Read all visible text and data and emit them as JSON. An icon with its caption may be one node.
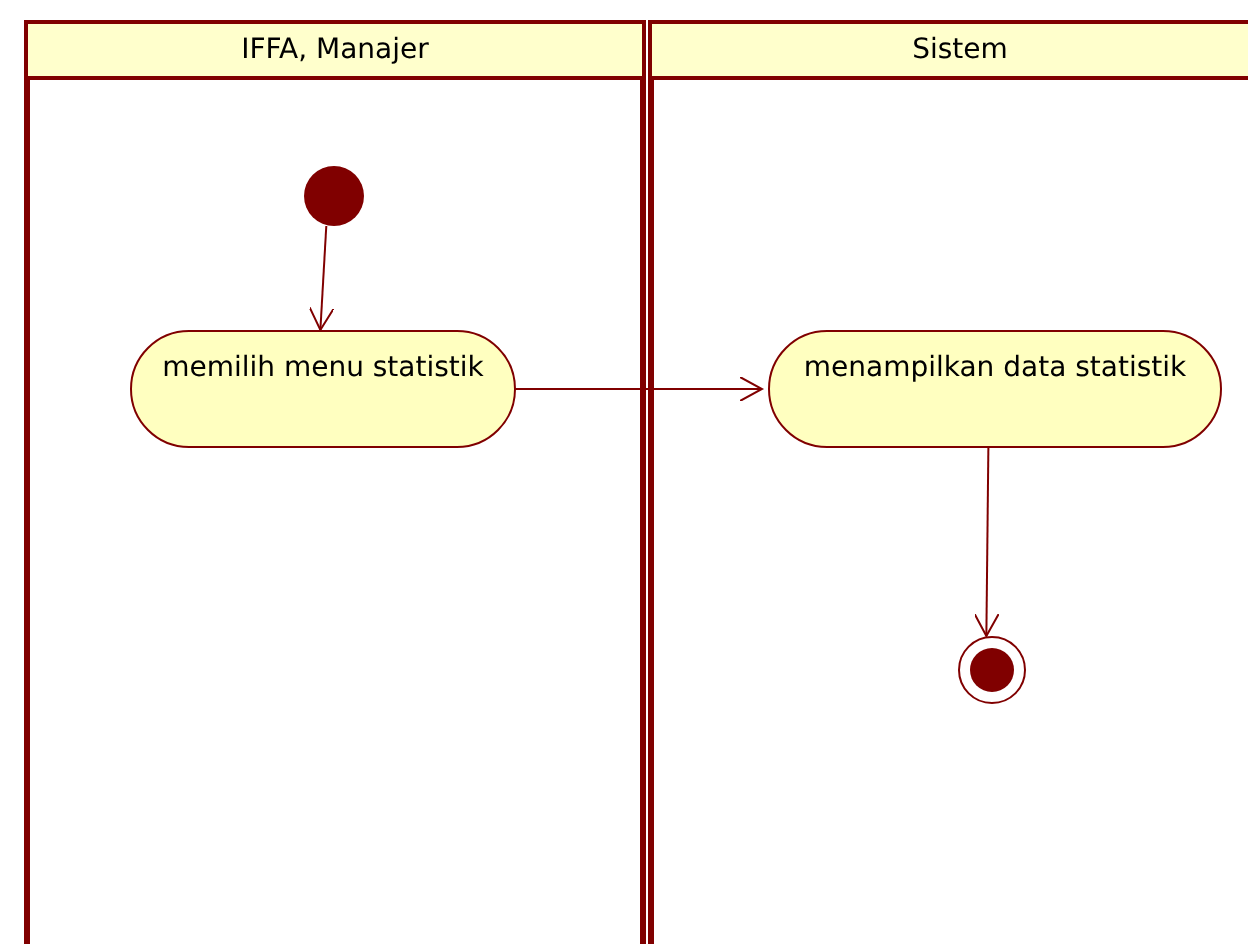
{
  "diagram": {
    "nodes": [
      {
        "text": [
          "IFFA, Manajer"
        ]
      },
      {
        "text": [
          "Sistem"
        ]
      },
      {
        "text": [],
        "shape": "circle",
        "in": 0
      },
      {
        "text": [
          "memilih menu statistik"
        ],
        "in": 0
      },
      {
        "text": [
          "menampilkan data statistik"
        ],
        "in": 1
      },
      {
        "text": [],
        "shape": "circle",
        "in": 1
      }
    ],
    "edges": [
      {
        "from": 2,
        "to": 3,
        "arrow": "to"
      },
      {
        "from": 3,
        "to": 4,
        "arrow": "to"
      },
      {
        "from": 4,
        "to": 5,
        "arrow": "to"
      }
    ]
  }
}
